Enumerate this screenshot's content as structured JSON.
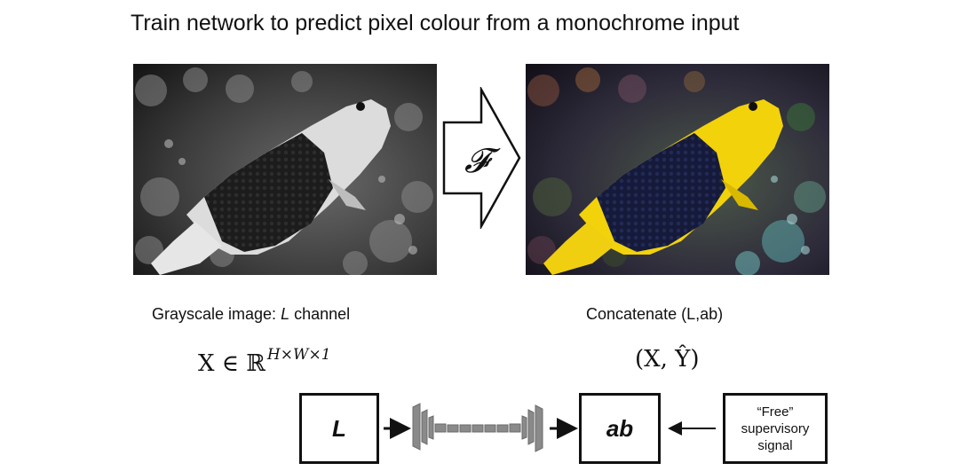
{
  "title": "Train network to predict pixel colour from a monochrome input",
  "function_symbol": "𝓕",
  "grayscale_caption": {
    "prefix": "Grayscale image: ",
    "channel": "L",
    "suffix": " channel"
  },
  "concatenate_caption": "Concatenate (L,ab)",
  "math_input": {
    "base": "X ∈ ℝ",
    "superscript": "H×W×1"
  },
  "math_output": "(X, Ŷ)",
  "network": {
    "input_label": "L",
    "output_label": "ab",
    "signal_lines": [
      "“Free”",
      "supervisory",
      "signal"
    ]
  },
  "colors": {
    "fish_yellow": "#f2d20a",
    "fish_body_dark": "#1a2350",
    "network_gray": "#8a8a8a"
  }
}
